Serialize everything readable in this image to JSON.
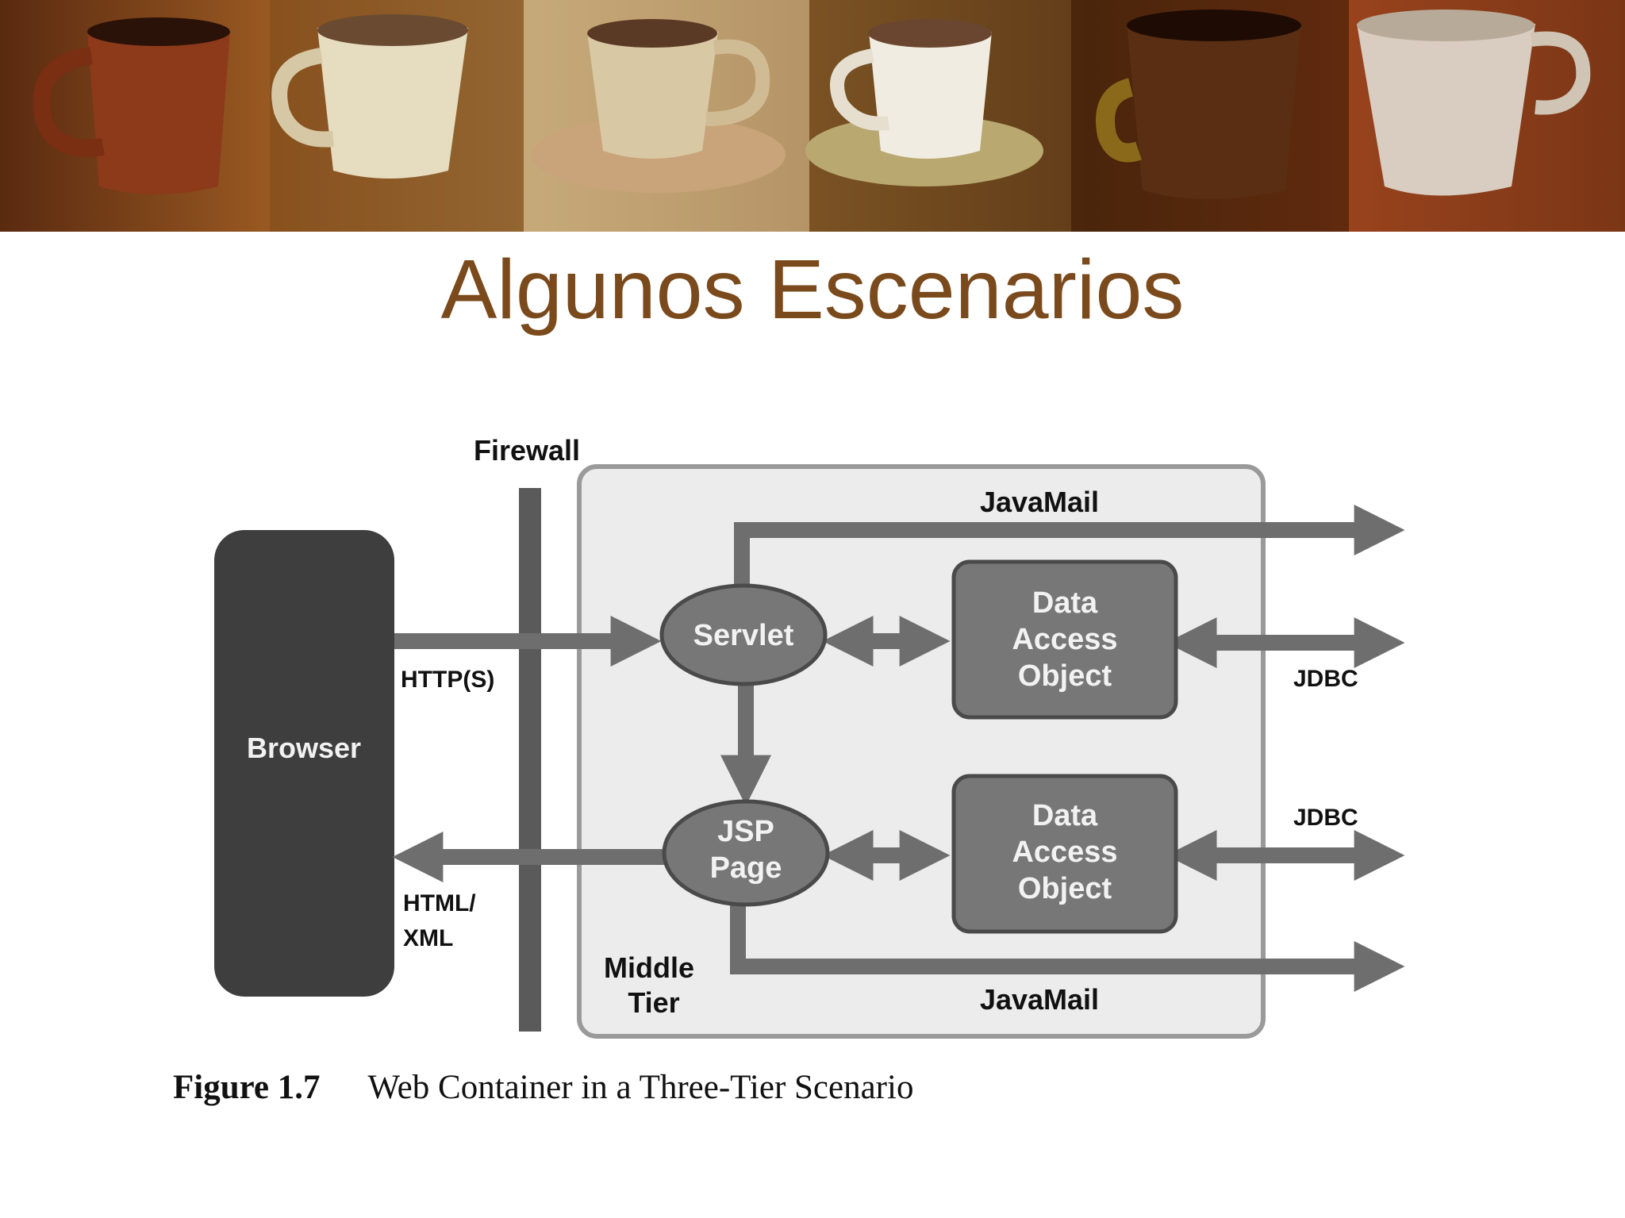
{
  "slide": {
    "title": "Algunos Escenarios"
  },
  "banner": {
    "cups": [
      {
        "name": "cup-1",
        "color": "#8c3a1a"
      },
      {
        "name": "cup-2",
        "color": "#e6dcc0"
      },
      {
        "name": "cup-3",
        "color": "#d9c8a4"
      },
      {
        "name": "cup-4",
        "color": "#f1ece1"
      },
      {
        "name": "cup-5",
        "color": "#5a2e12"
      },
      {
        "name": "cup-6",
        "color": "#d8cdc0"
      }
    ]
  },
  "diagram": {
    "firewall_label": "Firewall",
    "browser_label": "Browser",
    "http_label": "HTTP(S)",
    "html_xml_label": [
      "HTML/",
      "XML"
    ],
    "servlet_label": "Servlet",
    "jsp_label": [
      "JSP",
      "Page"
    ],
    "dao_top_label": [
      "Data",
      "Access",
      "Object"
    ],
    "dao_bottom_label": [
      "Data",
      "Access",
      "Object"
    ],
    "javamail_top_label": "JavaMail",
    "javamail_bottom_label": "JavaMail",
    "jdbc_top_label": "JDBC",
    "jdbc_bottom_label": "JDBC",
    "middle_tier_label": [
      "Middle",
      "Tier"
    ],
    "colors": {
      "dark_box": "#3e3e3e",
      "arrow": "#6e6e6e",
      "node": "#777777",
      "panel": "#ececec",
      "panel_border": "#9a9a9a"
    }
  },
  "caption": {
    "figure_number": "Figure 1.7",
    "text": "Web Container in a Three-Tier Scenario"
  }
}
